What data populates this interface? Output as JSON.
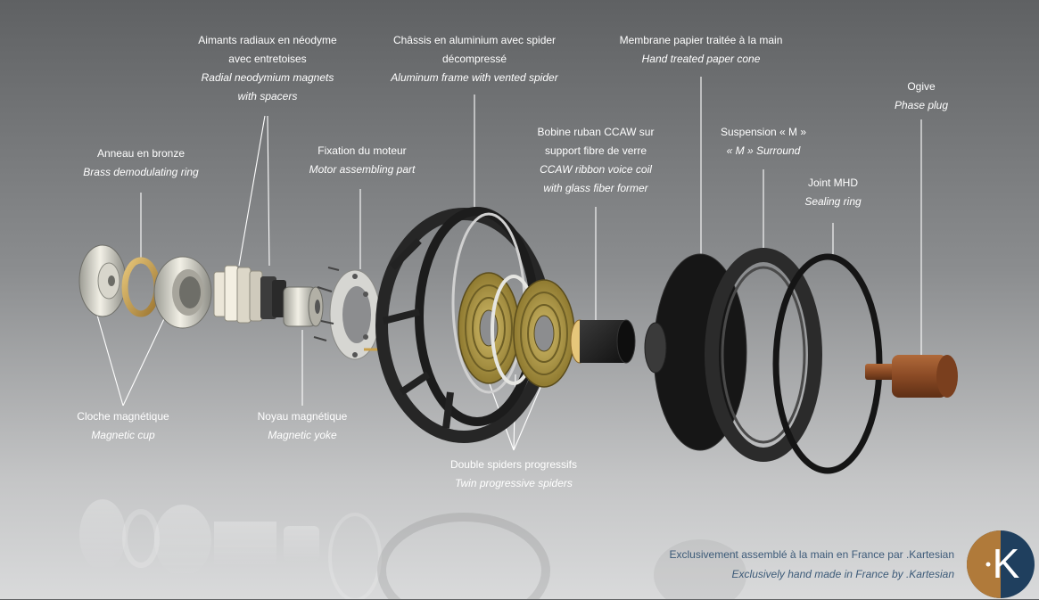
{
  "labels": {
    "aimants": {
      "fr1": "Aimants radiaux en néodyme",
      "fr2": "avec entretoises",
      "en1": "Radial neodymium magnets",
      "en2": "with spacers"
    },
    "chassis": {
      "fr1": "Châssis en aluminium avec spider",
      "fr2": "décompressé",
      "en1": "Aluminum frame with vented spider"
    },
    "membrane": {
      "fr1": "Membrane papier traitée à la main",
      "en1": "Hand treated paper cone"
    },
    "ogive": {
      "fr1": "Ogive",
      "en1": "Phase plug"
    },
    "anneau": {
      "fr1": "Anneau en bronze",
      "en1": "Brass demodulating ring"
    },
    "fixation": {
      "fr1": "Fixation du moteur",
      "en1": "Motor assembling part"
    },
    "bobine": {
      "fr1": "Bobine ruban CCAW sur",
      "fr2": "support fibre de verre",
      "en1": "CCAW ribbon voice coil",
      "en2": "with glass fiber former"
    },
    "suspension": {
      "fr1": "Suspension « M »",
      "en1": "« M » Surround"
    },
    "joint": {
      "fr1": "Joint MHD",
      "en1": "Sealing ring"
    },
    "cloche": {
      "fr1": "Cloche magnétique",
      "en1": "Magnetic cup"
    },
    "noyau": {
      "fr1": "Noyau magnétique",
      "en1": "Magnetic yoke"
    },
    "spiders": {
      "fr1": "Double spiders progressifs",
      "en1": "Twin progressive spiders"
    }
  },
  "credit": {
    "fr": "Exclusivement assemblé à la main en France par .Kartesian",
    "en": "Exclusively hand made in France by .Kartesian"
  },
  "logo": {
    "letter": "K"
  },
  "colors": {
    "background_top": "#5f6163",
    "background_bottom": "#d9dadb",
    "label_text": "#ffffff",
    "credit_text": "#3c5a78",
    "logo_blue": "#1f3f5e",
    "logo_bronze": "#b07a3a",
    "brass": "#c9a04a",
    "wood": "#8a4a25"
  }
}
